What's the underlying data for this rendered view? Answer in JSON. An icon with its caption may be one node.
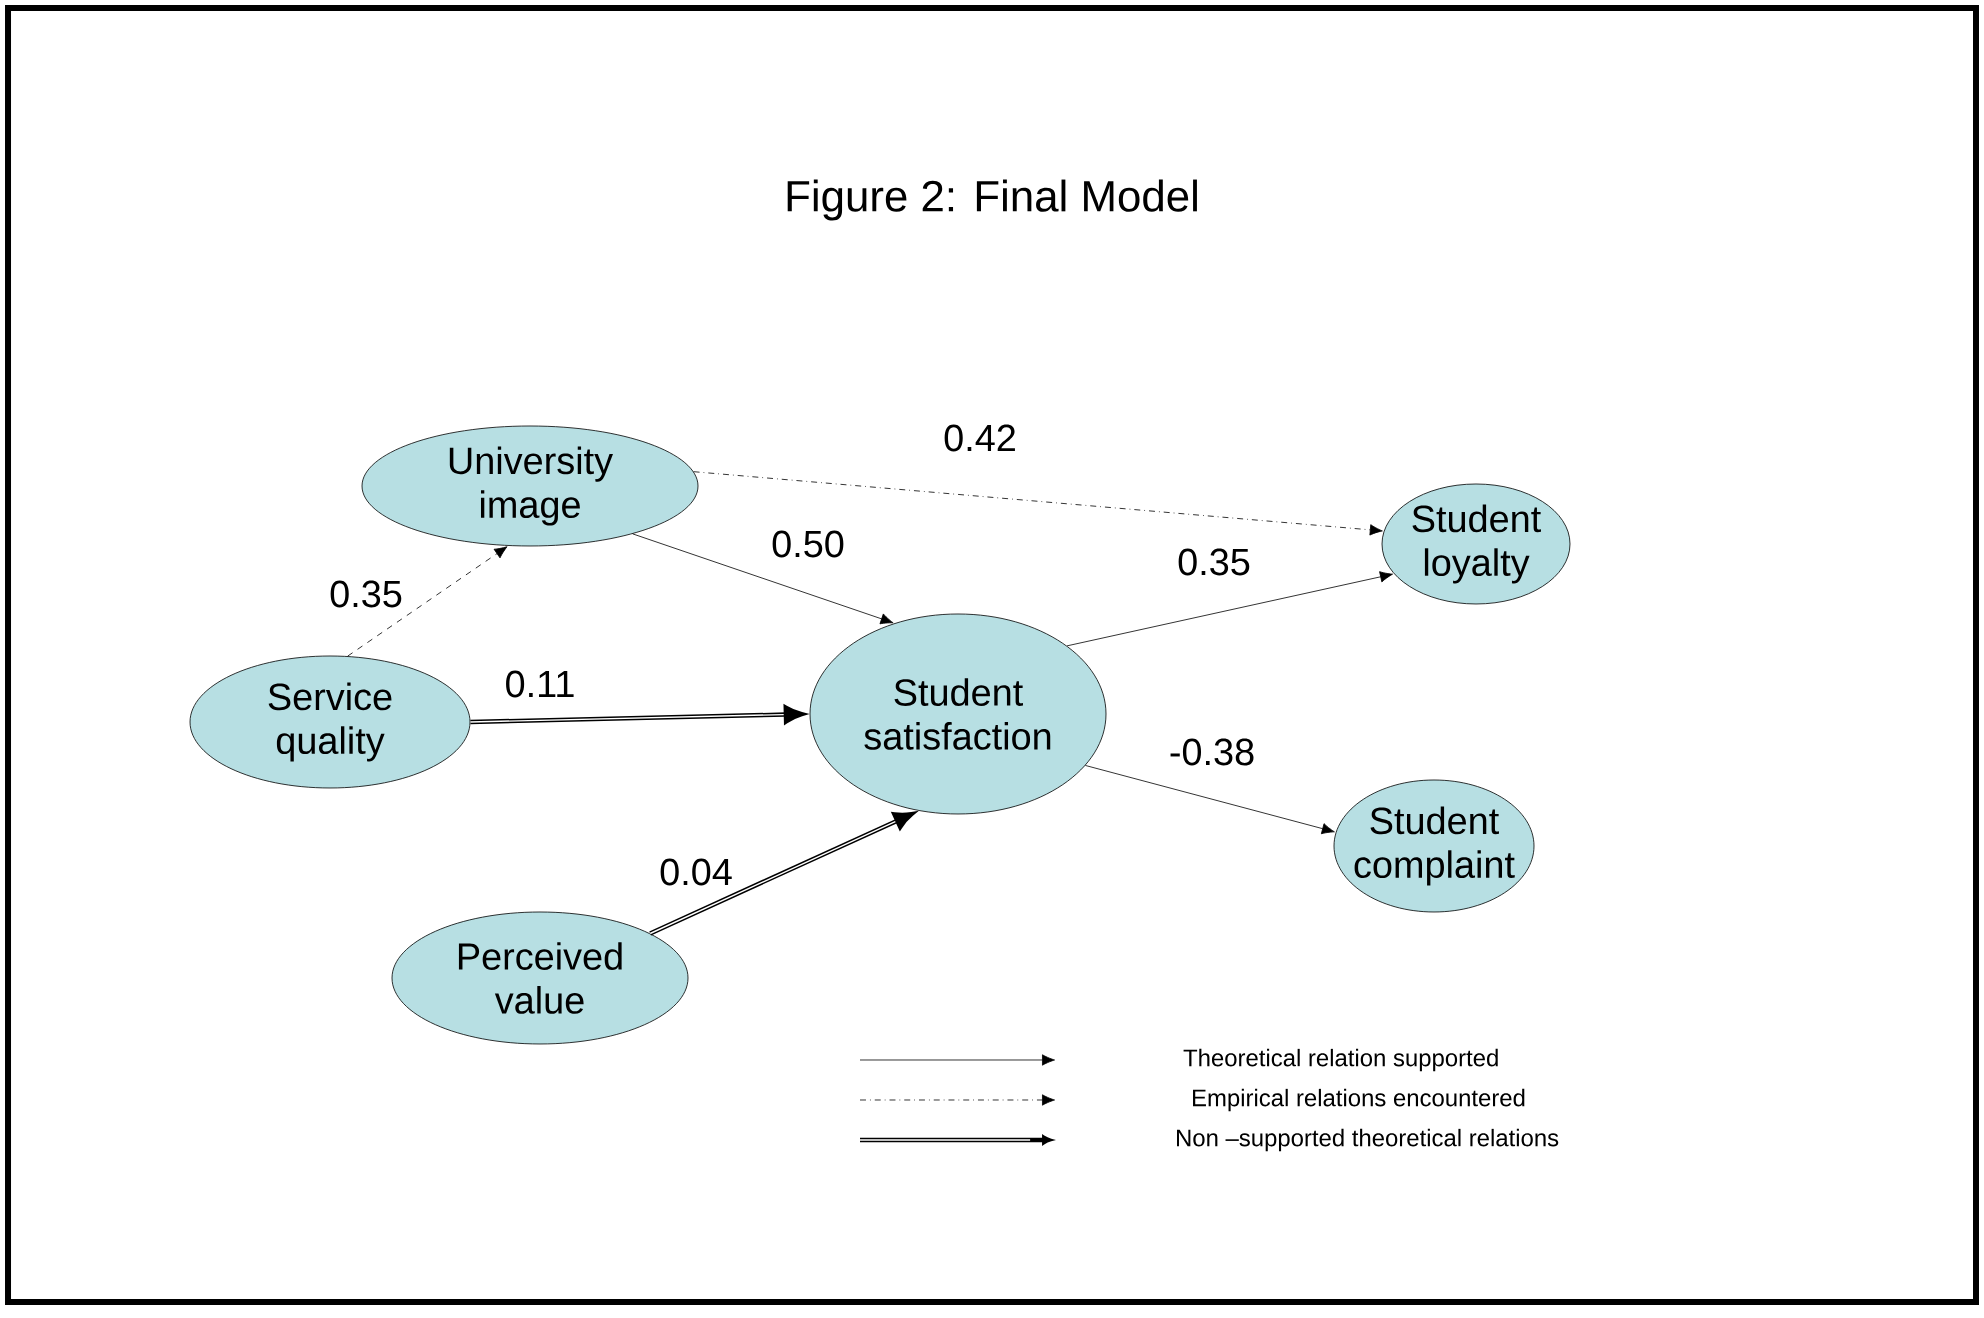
{
  "diagram": {
    "title": "Figure 2: Final Model",
    "nodes": [
      {
        "text": [
          "University image"
        ]
      },
      {
        "text": [
          "Student loyalty"
        ]
      },
      {
        "text": [
          "Service quality"
        ]
      },
      {
        "text": [
          "Student satisfaction"
        ]
      },
      {
        "text": [
          "Student complaint"
        ]
      },
      {
        "text": [
          "Perceived value"
        ]
      }
    ],
    "edges": [
      {
        "from": 2,
        "to": 0,
        "arrow": "to",
        "label": "0.35",
        "style": "dashed"
      },
      {
        "from": 0,
        "to": 1,
        "arrow": "to",
        "label": "0.42",
        "style": "dashed"
      },
      {
        "from": 0,
        "to": 3,
        "arrow": "to",
        "label": "0.50"
      },
      {
        "from": 2,
        "to": 3,
        "arrow": "to",
        "label": "0.11",
        "style": "thick"
      },
      {
        "from": 5,
        "to": 3,
        "arrow": "to",
        "label": "0.04",
        "style": "thick"
      },
      {
        "from": 3,
        "to": 1,
        "arrow": "to",
        "label": "0.35"
      },
      {
        "from": 3,
        "to": 4,
        "arrow": "to",
        "label": "-0.38"
      }
    ],
    "legend": [
      {
        "text": "Theoretical relation supported"
      },
      {
        "text": "Empirical relations encountered"
      },
      {
        "text": "Non –supported theoretical relations"
      }
    ]
  }
}
